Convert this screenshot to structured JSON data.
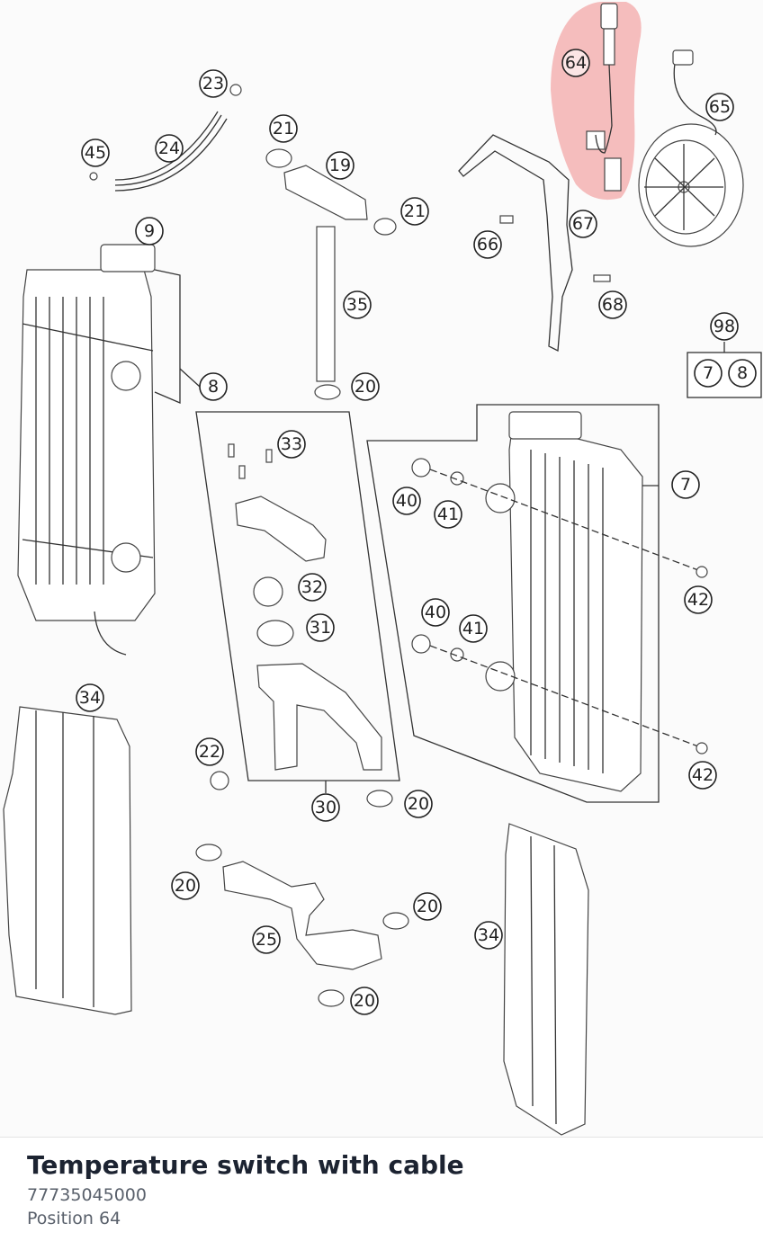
{
  "diagram": {
    "highlight_color": "#f08a8a",
    "highlighted_position": "64",
    "callouts": [
      {
        "id": "c23",
        "label": "23"
      },
      {
        "id": "c45",
        "label": "45"
      },
      {
        "id": "c24",
        "label": "24"
      },
      {
        "id": "c21a",
        "label": "21"
      },
      {
        "id": "c19",
        "label": "19"
      },
      {
        "id": "c21b",
        "label": "21"
      },
      {
        "id": "c9",
        "label": "9"
      },
      {
        "id": "c35",
        "label": "35"
      },
      {
        "id": "c8",
        "label": "8"
      },
      {
        "id": "c20a",
        "label": "20"
      },
      {
        "id": "c64",
        "label": "64"
      },
      {
        "id": "c65",
        "label": "65"
      },
      {
        "id": "c66",
        "label": "66"
      },
      {
        "id": "c67",
        "label": "67"
      },
      {
        "id": "c68",
        "label": "68"
      },
      {
        "id": "c98",
        "label": "98"
      },
      {
        "id": "c98_7",
        "label": "7"
      },
      {
        "id": "c98_8",
        "label": "8"
      },
      {
        "id": "c33",
        "label": "33"
      },
      {
        "id": "c32",
        "label": "32"
      },
      {
        "id": "c31",
        "label": "31"
      },
      {
        "id": "c30",
        "label": "30"
      },
      {
        "id": "c22",
        "label": "22"
      },
      {
        "id": "c20b",
        "label": "20"
      },
      {
        "id": "c7",
        "label": "7"
      },
      {
        "id": "c40a",
        "label": "40"
      },
      {
        "id": "c41a",
        "label": "41"
      },
      {
        "id": "c42a",
        "label": "42"
      },
      {
        "id": "c40b",
        "label": "40"
      },
      {
        "id": "c41b",
        "label": "41"
      },
      {
        "id": "c42b",
        "label": "42"
      },
      {
        "id": "c34a",
        "label": "34"
      },
      {
        "id": "c34b",
        "label": "34"
      },
      {
        "id": "c20c",
        "label": "20"
      },
      {
        "id": "c20d",
        "label": "20"
      },
      {
        "id": "c25",
        "label": "25"
      },
      {
        "id": "c20e",
        "label": "20"
      }
    ]
  },
  "part": {
    "name": "Temperature switch with cable",
    "number": "77735045000",
    "position_text": "Position 64"
  }
}
